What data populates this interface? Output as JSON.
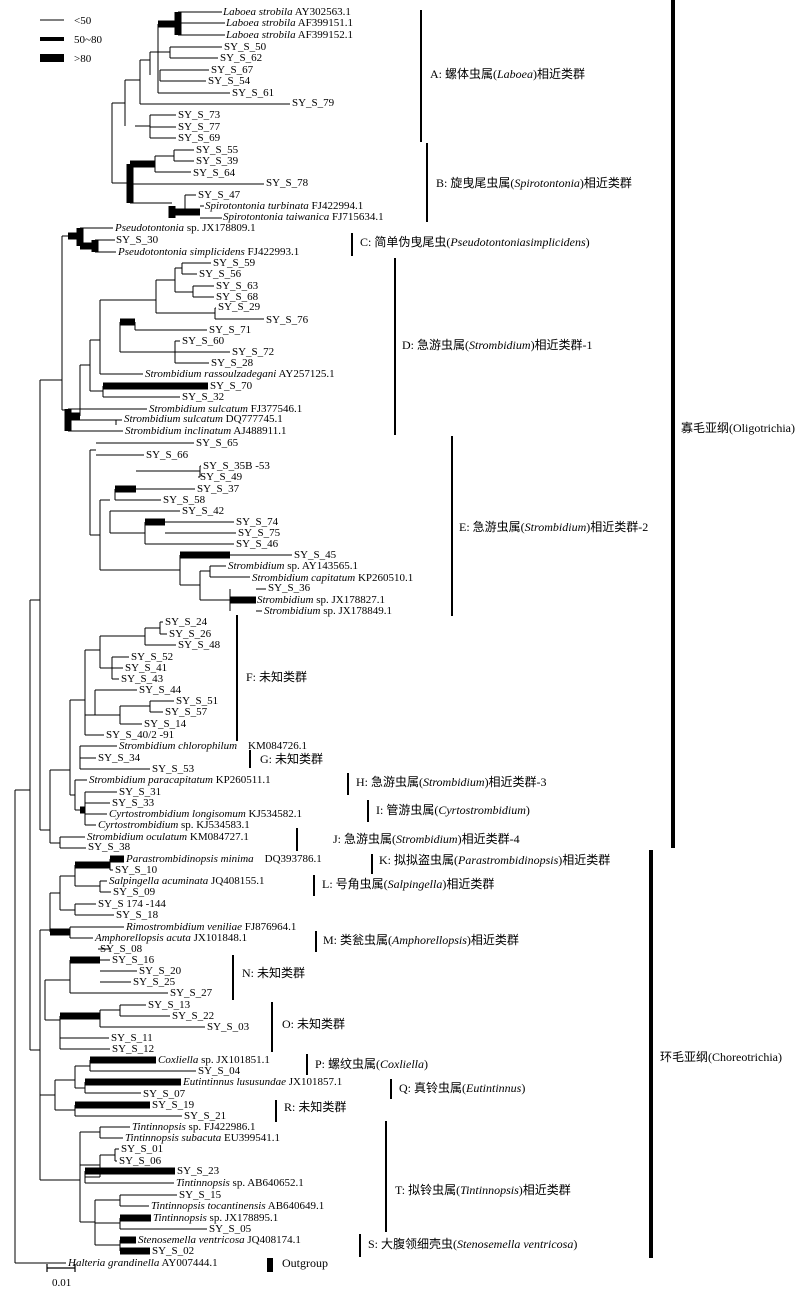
{
  "legend": {
    "entries": [
      {
        "label": "<50",
        "support": "low"
      },
      {
        "label": "50~80",
        "support": "mid"
      },
      {
        "label": ">80",
        "support": "high"
      }
    ],
    "scale_label": "0.01"
  },
  "tips": [
    {
      "parts": [
        {
          "t": "Laboea strobila",
          "i": true
        },
        {
          "t": " AY302563.1"
        }
      ]
    },
    {
      "parts": [
        {
          "t": "Laboea strobila",
          "i": true
        },
        {
          "t": " AF399151.1"
        }
      ]
    },
    {
      "parts": [
        {
          "t": "Laboea strobila",
          "i": true
        },
        {
          "t": " AF399152.1"
        }
      ]
    },
    {
      "parts": [
        {
          "t": "SY_S_50"
        }
      ]
    },
    {
      "parts": [
        {
          "t": "SY_S_62"
        }
      ]
    },
    {
      "parts": [
        {
          "t": "SY_S_67"
        }
      ]
    },
    {
      "parts": [
        {
          "t": "SY_S_54"
        }
      ]
    },
    {
      "parts": [
        {
          "t": "SY_S_61"
        }
      ]
    },
    {
      "parts": [
        {
          "t": "SY_S_79"
        }
      ]
    },
    {
      "parts": [
        {
          "t": "SY_S_73"
        }
      ]
    },
    {
      "parts": [
        {
          "t": "SY_S_77"
        }
      ]
    },
    {
      "parts": [
        {
          "t": "SY_S_69"
        }
      ]
    },
    {
      "parts": [
        {
          "t": "SY_S_55"
        }
      ]
    },
    {
      "parts": [
        {
          "t": "SY_S_39"
        }
      ]
    },
    {
      "parts": [
        {
          "t": "SY_S_64"
        }
      ]
    },
    {
      "parts": [
        {
          "t": "SY_S_78"
        }
      ]
    },
    {
      "parts": [
        {
          "t": "SY_S_47"
        }
      ]
    },
    {
      "parts": [
        {
          "t": "Spirotontonia turbinata",
          "i": true
        },
        {
          "t": " FJ422994.1"
        }
      ]
    },
    {
      "parts": [
        {
          "t": "Spirotontonia taiwanica",
          "i": true
        },
        {
          "t": " FJ715634.1"
        }
      ]
    },
    {
      "parts": [
        {
          "t": "Pseudotontonia",
          "i": true
        },
        {
          "t": " sp. JX178809.1"
        }
      ]
    },
    {
      "parts": [
        {
          "t": "SY_S_30"
        }
      ]
    },
    {
      "parts": [
        {
          "t": "Pseudotontonia simplicidens",
          "i": true
        },
        {
          "t": " FJ422993.1"
        }
      ]
    },
    {
      "parts": [
        {
          "t": "SY_S_59"
        }
      ]
    },
    {
      "parts": [
        {
          "t": "SY_S_56"
        }
      ]
    },
    {
      "parts": [
        {
          "t": "SY_S_63"
        }
      ]
    },
    {
      "parts": [
        {
          "t": "SY_S_68"
        }
      ]
    },
    {
      "parts": [
        {
          "t": "SY_S_29"
        }
      ]
    },
    {
      "parts": [
        {
          "t": "SY_S_76"
        }
      ]
    },
    {
      "parts": [
        {
          "t": "SY_S_71"
        }
      ]
    },
    {
      "parts": [
        {
          "t": "SY_S_60"
        }
      ]
    },
    {
      "parts": [
        {
          "t": "SY_S_72"
        }
      ]
    },
    {
      "parts": [
        {
          "t": "SY_S_28"
        }
      ]
    },
    {
      "parts": [
        {
          "t": "Strombidium rassoulzadegani",
          "i": true
        },
        {
          "t": " AY257125.1"
        }
      ]
    },
    {
      "parts": [
        {
          "t": "SY_S_70"
        }
      ]
    },
    {
      "parts": [
        {
          "t": "SY_S_32"
        }
      ]
    },
    {
      "parts": [
        {
          "t": "Strombidium sulcatum",
          "i": true
        },
        {
          "t": " FJ377546.1"
        }
      ]
    },
    {
      "parts": [
        {
          "t": "Strombidium sulcatum",
          "i": true
        },
        {
          "t": " DQ777745.1"
        }
      ]
    },
    {
      "parts": [
        {
          "t": "Strombidium inclinatum",
          "i": true
        },
        {
          "t": " AJ488911.1"
        }
      ]
    },
    {
      "parts": [
        {
          "t": "SY_S_65"
        }
      ]
    },
    {
      "parts": [
        {
          "t": "SY_S_66"
        }
      ]
    },
    {
      "parts": [
        {
          "t": "SY_S_35B -53"
        }
      ]
    },
    {
      "parts": [
        {
          "t": "SY_S_49"
        }
      ]
    },
    {
      "parts": [
        {
          "t": "SY_S_37"
        }
      ]
    },
    {
      "parts": [
        {
          "t": "SY_S_58"
        }
      ]
    },
    {
      "parts": [
        {
          "t": "SY_S_42"
        }
      ]
    },
    {
      "parts": [
        {
          "t": "SY_S_74"
        }
      ]
    },
    {
      "parts": [
        {
          "t": "SY_S_75"
        }
      ]
    },
    {
      "parts": [
        {
          "t": "SY_S_46"
        }
      ]
    },
    {
      "parts": [
        {
          "t": "SY_S_45"
        }
      ]
    },
    {
      "parts": [
        {
          "t": "Strombidium",
          "i": true
        },
        {
          "t": " sp. AY143565.1"
        }
      ]
    },
    {
      "parts": [
        {
          "t": "Strombidium capitatum",
          "i": true
        },
        {
          "t": " KP260510.1"
        }
      ]
    },
    {
      "parts": [
        {
          "t": "SY_S_36"
        }
      ]
    },
    {
      "parts": [
        {
          "t": "Strombidium",
          "i": true
        },
        {
          "t": " sp. JX178827.1"
        }
      ]
    },
    {
      "parts": [
        {
          "t": "Strombidium",
          "i": true
        },
        {
          "t": " sp. JX178849.1"
        }
      ]
    },
    {
      "parts": [
        {
          "t": "SY_S_24"
        }
      ]
    },
    {
      "parts": [
        {
          "t": "SY_S_26"
        }
      ]
    },
    {
      "parts": [
        {
          "t": "SY_S_48"
        }
      ]
    },
    {
      "parts": [
        {
          "t": "SY_S_52"
        }
      ]
    },
    {
      "parts": [
        {
          "t": "SY_S_41"
        }
      ]
    },
    {
      "parts": [
        {
          "t": "SY_S_43"
        }
      ]
    },
    {
      "parts": [
        {
          "t": "SY_S_44"
        }
      ]
    },
    {
      "parts": [
        {
          "t": "SY_S_51"
        }
      ]
    },
    {
      "parts": [
        {
          "t": "SY_S_57"
        }
      ]
    },
    {
      "parts": [
        {
          "t": "SY_S_14"
        }
      ]
    },
    {
      "parts": [
        {
          "t": "SY_S_40/2 -91"
        }
      ]
    },
    {
      "parts": [
        {
          "t": "Strombidium chlorophilum",
          "i": true
        },
        {
          "t": "    KM084726.1"
        }
      ]
    },
    {
      "parts": [
        {
          "t": "SY_S_34"
        }
      ]
    },
    {
      "parts": [
        {
          "t": "SY_S_53"
        }
      ]
    },
    {
      "parts": [
        {
          "t": "Strombidium paracapitatum",
          "i": true
        },
        {
          "t": " KP260511.1"
        }
      ]
    },
    {
      "parts": [
        {
          "t": "SY_S_31"
        }
      ]
    },
    {
      "parts": [
        {
          "t": "SY_S_33"
        }
      ]
    },
    {
      "parts": [
        {
          "t": "Cyrtostrombidium longisomum",
          "i": true
        },
        {
          "t": " KJ534582.1"
        }
      ]
    },
    {
      "parts": [
        {
          "t": "Cyrtostrombidium",
          "i": true
        },
        {
          "t": " sp. KJ534583.1"
        }
      ]
    },
    {
      "parts": [
        {
          "t": "Strombidium oculatum",
          "i": true
        },
        {
          "t": " KM084727.1"
        }
      ]
    },
    {
      "parts": [
        {
          "t": "SY_S_38"
        }
      ]
    },
    {
      "parts": [
        {
          "t": "Parastrombidinopsis minima",
          "i": true
        },
        {
          "t": "    DQ393786.1"
        }
      ]
    },
    {
      "parts": [
        {
          "t": "SY_S_10"
        }
      ]
    },
    {
      "parts": [
        {
          "t": "Salpingella acuminata",
          "i": true
        },
        {
          "t": " JQ408155.1"
        }
      ]
    },
    {
      "parts": [
        {
          "t": "SY_S_09"
        }
      ]
    },
    {
      "parts": [
        {
          "t": "SY_S 174 -144"
        }
      ]
    },
    {
      "parts": [
        {
          "t": "SY_S_18"
        }
      ]
    },
    {
      "parts": [
        {
          "t": "Rimostrombidium veniliae",
          "i": true
        },
        {
          "t": " FJ876964.1"
        }
      ]
    },
    {
      "parts": [
        {
          "t": "Amphorellopsis acuta",
          "i": true
        },
        {
          "t": " JX101848.1"
        }
      ]
    },
    {
      "parts": [
        {
          "t": "SY_S_08"
        }
      ]
    },
    {
      "parts": [
        {
          "t": "SY_S_16"
        }
      ]
    },
    {
      "parts": [
        {
          "t": "SY_S_20"
        }
      ]
    },
    {
      "parts": [
        {
          "t": "SY_S_25"
        }
      ]
    },
    {
      "parts": [
        {
          "t": "SY_S_27"
        }
      ]
    },
    {
      "parts": [
        {
          "t": "SY_S_13"
        }
      ]
    },
    {
      "parts": [
        {
          "t": "SY_S_22"
        }
      ]
    },
    {
      "parts": [
        {
          "t": "SY_S_03"
        }
      ]
    },
    {
      "parts": [
        {
          "t": "SY_S_11"
        }
      ]
    },
    {
      "parts": [
        {
          "t": "SY_S_12"
        }
      ]
    },
    {
      "parts": [
        {
          "t": "Coxliella",
          "i": true
        },
        {
          "t": " sp. JX101851.1"
        }
      ]
    },
    {
      "parts": [
        {
          "t": "SY_S_04"
        }
      ]
    },
    {
      "parts": [
        {
          "t": "Eutintinnus lusus",
          "i": true
        },
        {
          "t": "undae",
          "i": true
        },
        {
          "t": " JX101857.1"
        }
      ]
    },
    {
      "parts": [
        {
          "t": "SY_S_07"
        }
      ]
    },
    {
      "parts": [
        {
          "t": "SY_S_19"
        }
      ]
    },
    {
      "parts": [
        {
          "t": "SY_S_21"
        }
      ]
    },
    {
      "parts": [
        {
          "t": "Tintinnopsis",
          "i": true
        },
        {
          "t": " sp. FJ422986.1"
        }
      ]
    },
    {
      "parts": [
        {
          "t": "Tintinnopsis subacuta",
          "i": true
        },
        {
          "t": " EU399541.1"
        }
      ]
    },
    {
      "parts": [
        {
          "t": "SY_S_01"
        }
      ]
    },
    {
      "parts": [
        {
          "t": "SY_S_06"
        }
      ]
    },
    {
      "parts": [
        {
          "t": "SY_S_23"
        }
      ]
    },
    {
      "parts": [
        {
          "t": "Tintinnopsis",
          "i": true
        },
        {
          "t": " sp. AB640652.1"
        }
      ]
    },
    {
      "parts": [
        {
          "t": "SY_S_15"
        }
      ]
    },
    {
      "parts": [
        {
          "t": "Tintinnopsis tocantinensis",
          "i": true
        },
        {
          "t": " AB640649.1"
        }
      ]
    },
    {
      "parts": [
        {
          "t": "Tintinnopsis",
          "i": true
        },
        {
          "t": " sp. JX178895.1"
        }
      ]
    },
    {
      "parts": [
        {
          "t": "SY_S_05"
        }
      ]
    },
    {
      "parts": [
        {
          "t": "Stenosemella ventricosa",
          "i": true
        },
        {
          "t": " JQ408174.1"
        }
      ]
    },
    {
      "parts": [
        {
          "t": "SY_S_02"
        }
      ]
    },
    {
      "parts": [
        {
          "t": "Halteria grandinella",
          "i": true
        },
        {
          "t": " AY007444.1"
        }
      ]
    }
  ],
  "groups": [
    {
      "parts": [
        {
          "t": "A: 螺体虫属("
        },
        {
          "t": "Laboea",
          "i": true
        },
        {
          "t": ")相近类群"
        }
      ]
    },
    {
      "parts": [
        {
          "t": "B: 旋曳尾虫属("
        },
        {
          "t": "Spirotontonia",
          "i": true
        },
        {
          "t": ")相近类群"
        }
      ]
    },
    {
      "parts": [
        {
          "t": "C: 简单伪曳尾虫("
        },
        {
          "t": "Pseudotontoniasimplicidens",
          "i": true
        },
        {
          "t": ")"
        }
      ]
    },
    {
      "parts": [
        {
          "t": "D: 急游虫属("
        },
        {
          "t": "Strombidium",
          "i": true
        },
        {
          "t": ")相近类群-1"
        }
      ]
    },
    {
      "parts": [
        {
          "t": "E: 急游虫属("
        },
        {
          "t": "Strombidium",
          "i": true
        },
        {
          "t": ")相近类群-2"
        }
      ]
    },
    {
      "parts": [
        {
          "t": "F: 未知类群"
        }
      ]
    },
    {
      "parts": [
        {
          "t": "G: 未知类群"
        }
      ]
    },
    {
      "parts": [
        {
          "t": "H: 急游虫属("
        },
        {
          "t": "Strombidium",
          "i": true
        },
        {
          "t": ")相近类群-3"
        }
      ]
    },
    {
      "parts": [
        {
          "t": "I: 管游虫属("
        },
        {
          "t": "Cyrtostrombidium",
          "i": true
        },
        {
          "t": ")"
        }
      ]
    },
    {
      "parts": [
        {
          "t": "J: 急游虫属("
        },
        {
          "t": "Strombidium",
          "i": true
        },
        {
          "t": ")相近类群-4"
        }
      ]
    },
    {
      "parts": [
        {
          "t": "K: 拟拟盗虫属("
        },
        {
          "t": "Parastrombidinopsis",
          "i": true
        },
        {
          "t": ")相近类群"
        }
      ]
    },
    {
      "parts": [
        {
          "t": "L: 号角虫属("
        },
        {
          "t": "Salpingella",
          "i": true
        },
        {
          "t": ")相近类群"
        }
      ]
    },
    {
      "parts": [
        {
          "t": "M: 类瓮虫属("
        },
        {
          "t": "Amphorellopsis",
          "i": true
        },
        {
          "t": ")相近类群"
        }
      ]
    },
    {
      "parts": [
        {
          "t": "N: 未知类群"
        }
      ]
    },
    {
      "parts": [
        {
          "t": "O: 未知类群"
        }
      ]
    },
    {
      "parts": [
        {
          "t": "P: 螺纹虫属("
        },
        {
          "t": "Coxliella",
          "i": true
        },
        {
          "t": ")"
        }
      ]
    },
    {
      "parts": [
        {
          "t": "Q: 真铃虫属("
        },
        {
          "t": "Eutintinnus",
          "i": true
        },
        {
          "t": ")"
        }
      ]
    },
    {
      "parts": [
        {
          "t": "R: 未知类群"
        }
      ]
    },
    {
      "parts": [
        {
          "t": "T: 拟铃虫属("
        },
        {
          "t": "Tintinnopsis",
          "i": true
        },
        {
          "t": ")相近类群"
        }
      ]
    },
    {
      "parts": [
        {
          "t": "S: 大腹领细壳虫("
        },
        {
          "t": "Stenosemella ventricosa",
          "i": true
        },
        {
          "t": ")"
        }
      ]
    },
    {
      "parts": [
        {
          "t": "Outgroup"
        }
      ]
    }
  ],
  "classes": [
    {
      "parts": [
        {
          "t": "寡毛亚纲(Oligotrichia)"
        }
      ]
    },
    {
      "parts": [
        {
          "t": "环毛亚纲(Choreotrichia)"
        }
      ]
    }
  ]
}
